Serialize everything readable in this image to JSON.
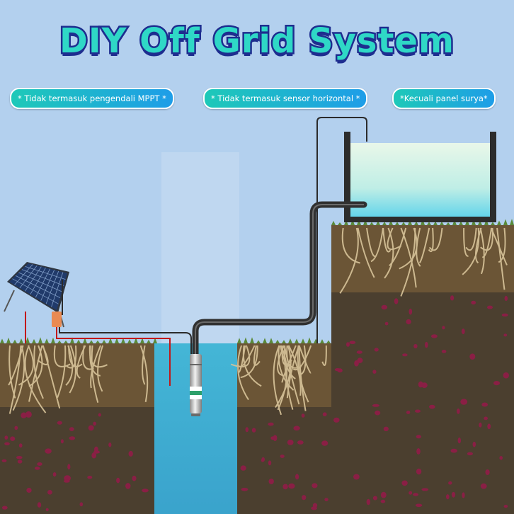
{
  "title": "DIY Off Grid System",
  "badges": [
    "* Tidak termasuk pengendali MPPT *",
    "* Tidak termasuk sensor horizontal *",
    "*Kecuali panel surya*"
  ],
  "colors": {
    "sky": "#b3d0ee",
    "title_fill": "#2fd8c6",
    "title_stroke": "#1e2d8f",
    "badge_start": "#1ec9b8",
    "badge_end": "#1e9de8",
    "soil": "#4a3f2e",
    "well_water": "#3aa9d0",
    "tank_water": "#c9f0ea",
    "pipe": "#3a3a3a"
  }
}
